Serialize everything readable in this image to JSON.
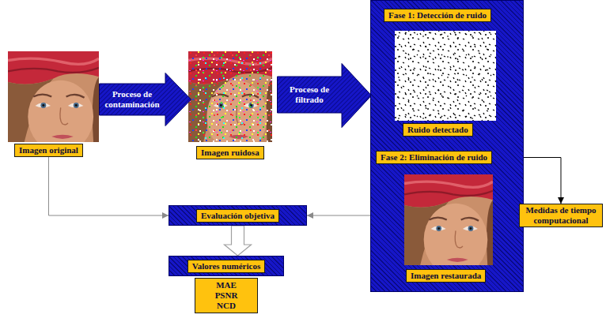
{
  "diagram": {
    "nodes": [
      {
        "text": [
          "Imagen original"
        ]
      },
      {
        "text": [
          "Proceso de contaminación"
        ]
      },
      {
        "text": [
          "Imagen ruidosa"
        ]
      },
      {
        "text": [
          "Proceso de filtrado"
        ]
      },
      {
        "text": [
          "Fase 1: Detección de ruido",
          "Fase 2: Eliminación de ruido"
        ]
      },
      {
        "text": [
          "Ruido detectado"
        ],
        "in": 4
      },
      {
        "text": [
          "Imagen restaurada"
        ],
        "in": 4
      },
      {
        "text": [
          "Medidas de tiempo computacional"
        ]
      },
      {
        "text": [
          "Evaluación objetiva"
        ]
      },
      {
        "text": [
          "Valores numéricos"
        ]
      },
      {
        "text": [
          "MAE PSNR NCD"
        ]
      }
    ],
    "edges": [
      {
        "from": 0,
        "to": 8,
        "arrow": "to"
      },
      {
        "from": 4,
        "to": 8,
        "arrow": "to"
      },
      {
        "from": 4,
        "to": 7,
        "arrow": "to"
      },
      {
        "from": 8,
        "to": 9,
        "arrow": "to"
      }
    ]
  }
}
